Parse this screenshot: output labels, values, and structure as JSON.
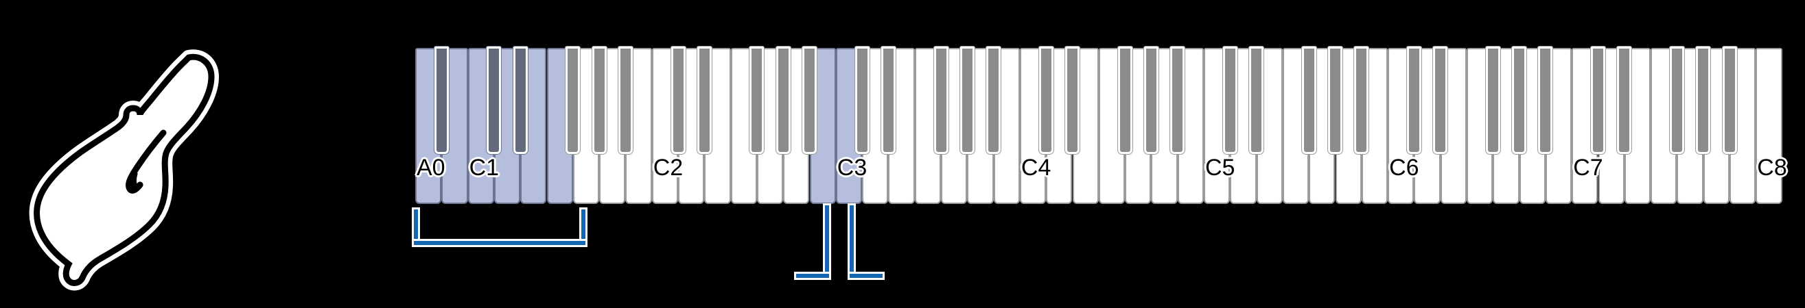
{
  "background_color": "#000000",
  "cursor": {
    "icon": "pointing-hand-cursor",
    "description": "white outlined pointing hand"
  },
  "keyboard": {
    "name": "piano-keyboard",
    "white_key_count": 52,
    "black_key_count": 36,
    "first_note": "A0",
    "last_note": "C8",
    "colors": {
      "white_key": "#ffffff",
      "white_key_border": "#9b9b9b",
      "black_key": "#8c8c8c",
      "highlight_white": "#b5bfdd",
      "highlight_black": "#626a7c",
      "highlight_border": "#6d7590",
      "bracket_blue": "#1266b2"
    },
    "octave_labels": [
      {
        "name": "A0",
        "white_index": 0
      },
      {
        "name": "C1",
        "white_index": 2
      },
      {
        "name": "C2",
        "white_index": 9
      },
      {
        "name": "C3",
        "white_index": 16
      },
      {
        "name": "C4",
        "white_index": 23
      },
      {
        "name": "C5",
        "white_index": 30
      },
      {
        "name": "C6",
        "white_index": 37
      },
      {
        "name": "C7",
        "white_index": 44
      },
      {
        "name": "C8",
        "white_index": 51
      }
    ],
    "white_keys_notes": [
      "A0",
      "B0",
      "C1",
      "D1",
      "E1",
      "F1",
      "G1",
      "A1",
      "B1",
      "C2",
      "D2",
      "E2",
      "F2",
      "G2",
      "A2",
      "B2",
      "C3",
      "D3",
      "E3",
      "F3",
      "G3",
      "A3",
      "B3",
      "C4",
      "D4",
      "E4",
      "F4",
      "G4",
      "A4",
      "B4",
      "C5",
      "D5",
      "E5",
      "F5",
      "G5",
      "A5",
      "B5",
      "C6",
      "D6",
      "E6",
      "F6",
      "G6",
      "A6",
      "B6",
      "C7",
      "D7",
      "E7",
      "F7",
      "G7",
      "A7",
      "B7",
      "C8"
    ],
    "highlighted_white_indices": [
      0,
      1,
      2,
      3,
      4,
      5,
      15,
      16
    ],
    "highlighted_black_white_anchors": [
      0,
      2,
      3
    ],
    "black_key_white_anchors": [
      0,
      2,
      3,
      5,
      6,
      7,
      9,
      10,
      12,
      13,
      14,
      16,
      17,
      19,
      20,
      21,
      23,
      24,
      26,
      27,
      28,
      30,
      31,
      33,
      34,
      35,
      37,
      38,
      40,
      41,
      42,
      44,
      45,
      47,
      48,
      49
    ]
  },
  "annotations": {
    "range_bracket": {
      "name": "range-bracket",
      "covers_from": "A0",
      "covers_to": "F1",
      "color": "#1266b2"
    },
    "pointer_left": {
      "name": "pointer-b2",
      "points_to": "B2",
      "color": "#1266b2"
    },
    "pointer_right": {
      "name": "pointer-c3",
      "points_to": "C3",
      "color": "#1266b2"
    }
  }
}
